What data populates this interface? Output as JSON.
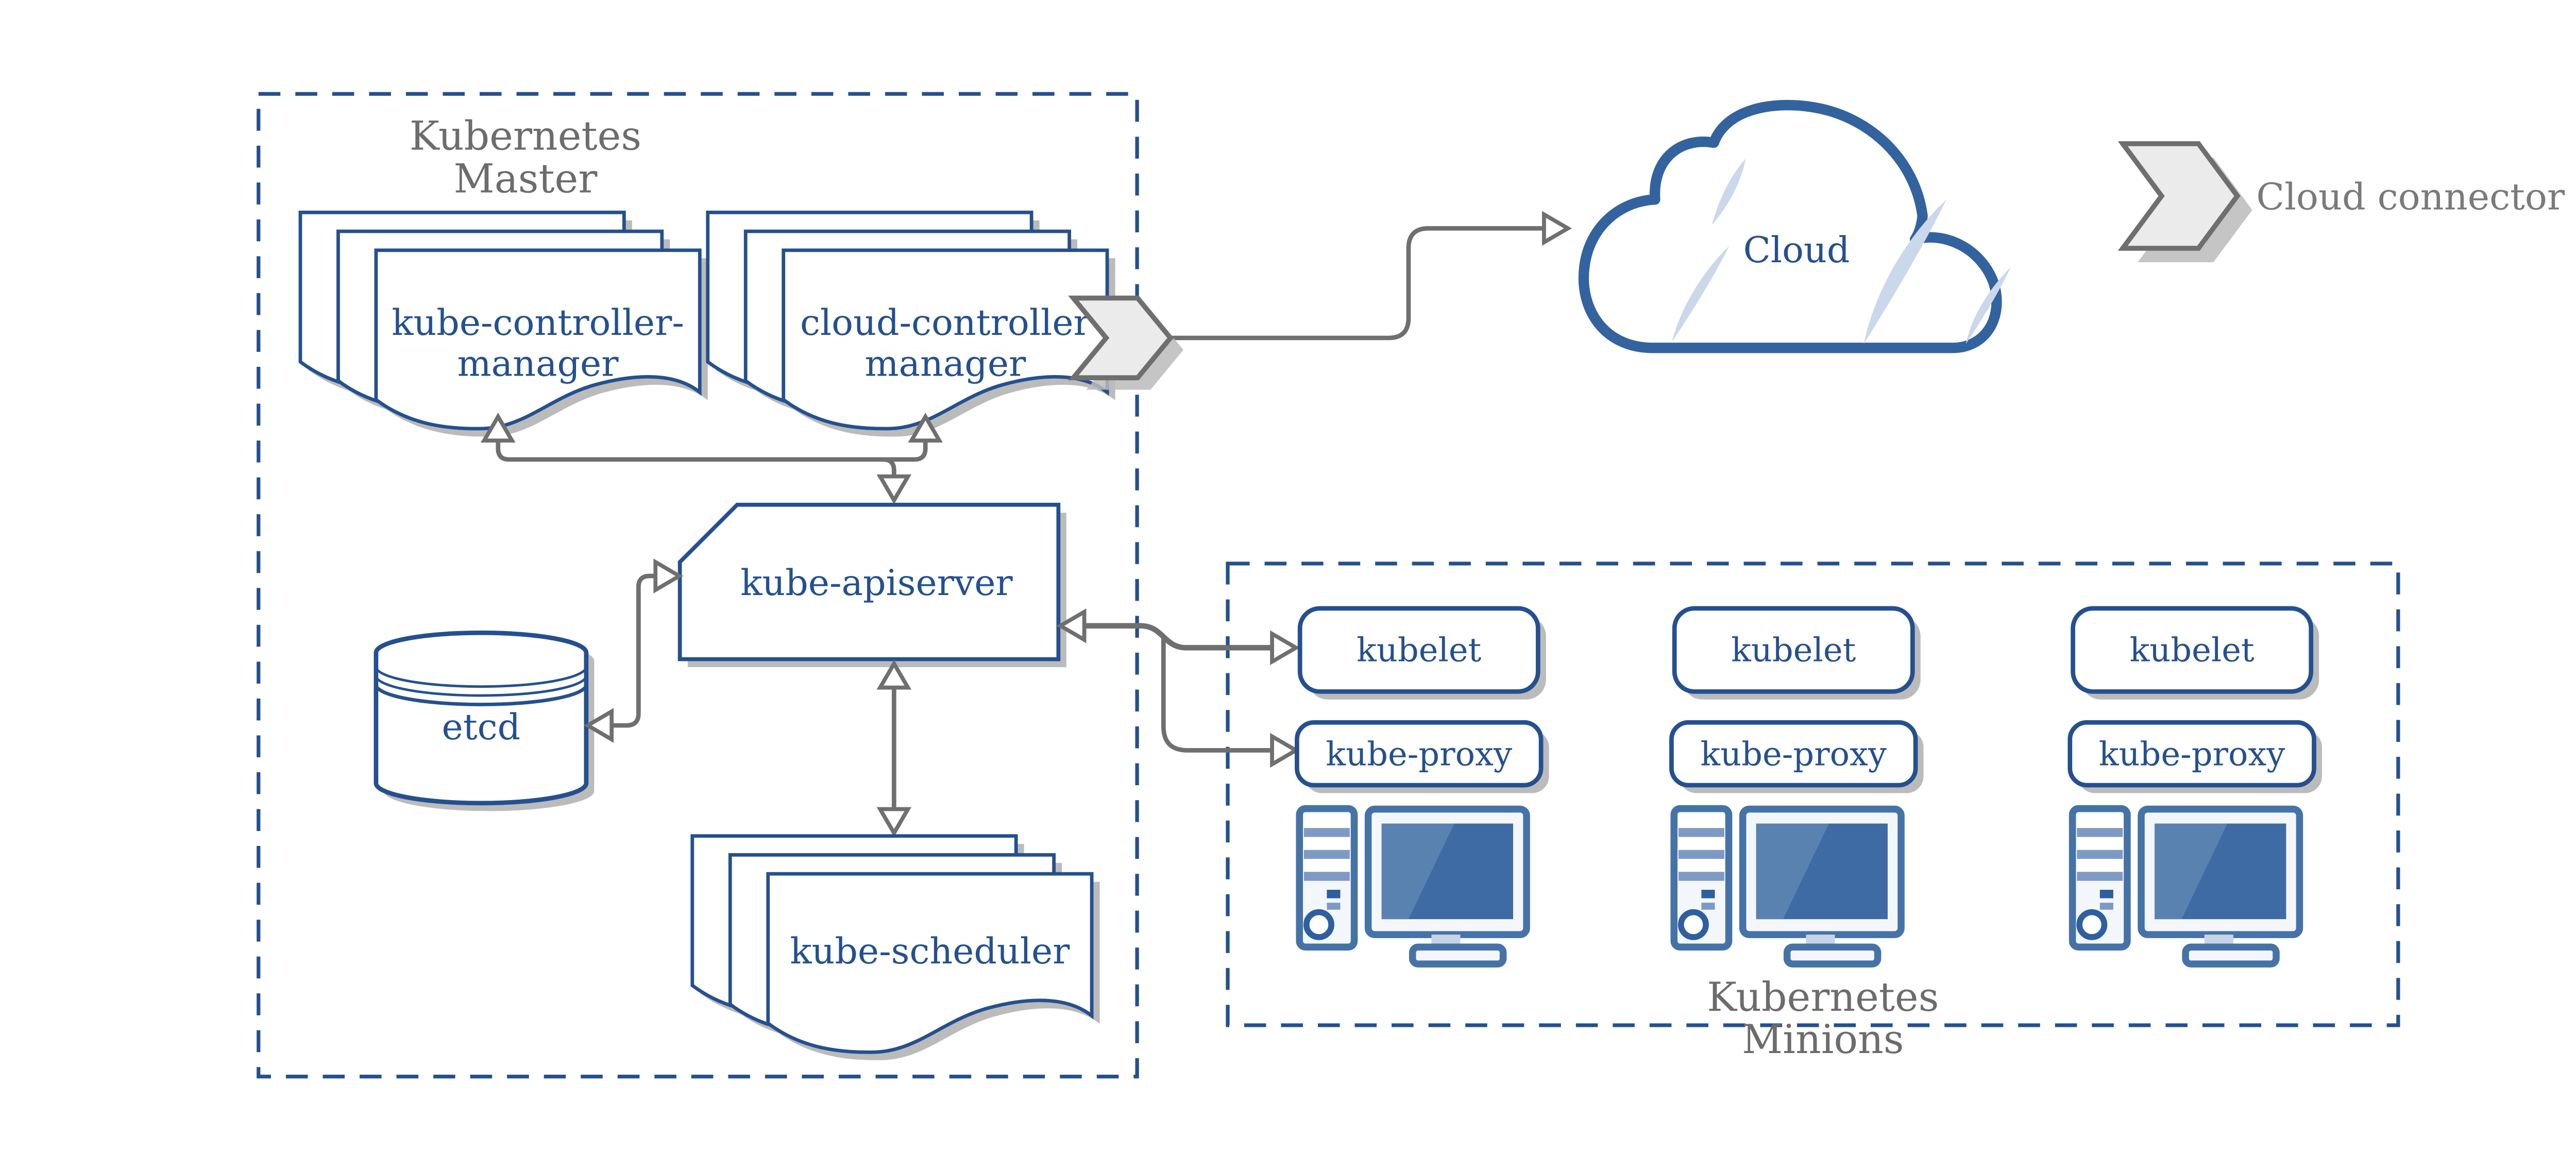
{
  "colors": {
    "node_border": "#24508F",
    "node_text": "#24508F",
    "box_dash": "#24508F",
    "gray_text": "#6C6C6C",
    "legend_text": "#7A7A7A",
    "connector": "#6F6F6F",
    "shadow": "#BBBBBB",
    "chevron_fill": "#EBEBEB",
    "cloud_border": "#33639F",
    "cloud_accent": "#CBD8EB",
    "pc_border": "#4573A8",
    "pc_fill": "#F3F7FC",
    "pc_stripe": "#7E9AC4",
    "pc_dark": "#2E5F9E",
    "screen": "#3E6BA3",
    "screen_sheen": "#5A82B0",
    "stand_fill": "#C7D3E6"
  },
  "master": {
    "title": [
      "Kubernetes",
      "Master"
    ],
    "kube_controller_manager": [
      "kube-controller-",
      "manager"
    ],
    "cloud_controller_manager": [
      "cloud-controller",
      "manager"
    ],
    "kube_apiserver": "kube-apiserver",
    "etcd": "etcd",
    "kube_scheduler": "kube-scheduler"
  },
  "cloud": {
    "label": "Cloud"
  },
  "legend": {
    "label": "Cloud connector",
    "icon": "cloud-connector-chevron-icon"
  },
  "minions": {
    "title": [
      "Kubernetes",
      "Minions"
    ],
    "nodes": [
      {
        "kubelet": "kubelet",
        "kube_proxy": "kube-proxy"
      },
      {
        "kubelet": "kubelet",
        "kube_proxy": "kube-proxy"
      },
      {
        "kubelet": "kubelet",
        "kube_proxy": "kube-proxy"
      }
    ]
  },
  "icons": [
    "document-stack-icon",
    "database-cylinder-icon",
    "cloud-icon",
    "cloud-connector-chevron-icon",
    "desktop-computer-icon",
    "arrowhead-icon"
  ]
}
